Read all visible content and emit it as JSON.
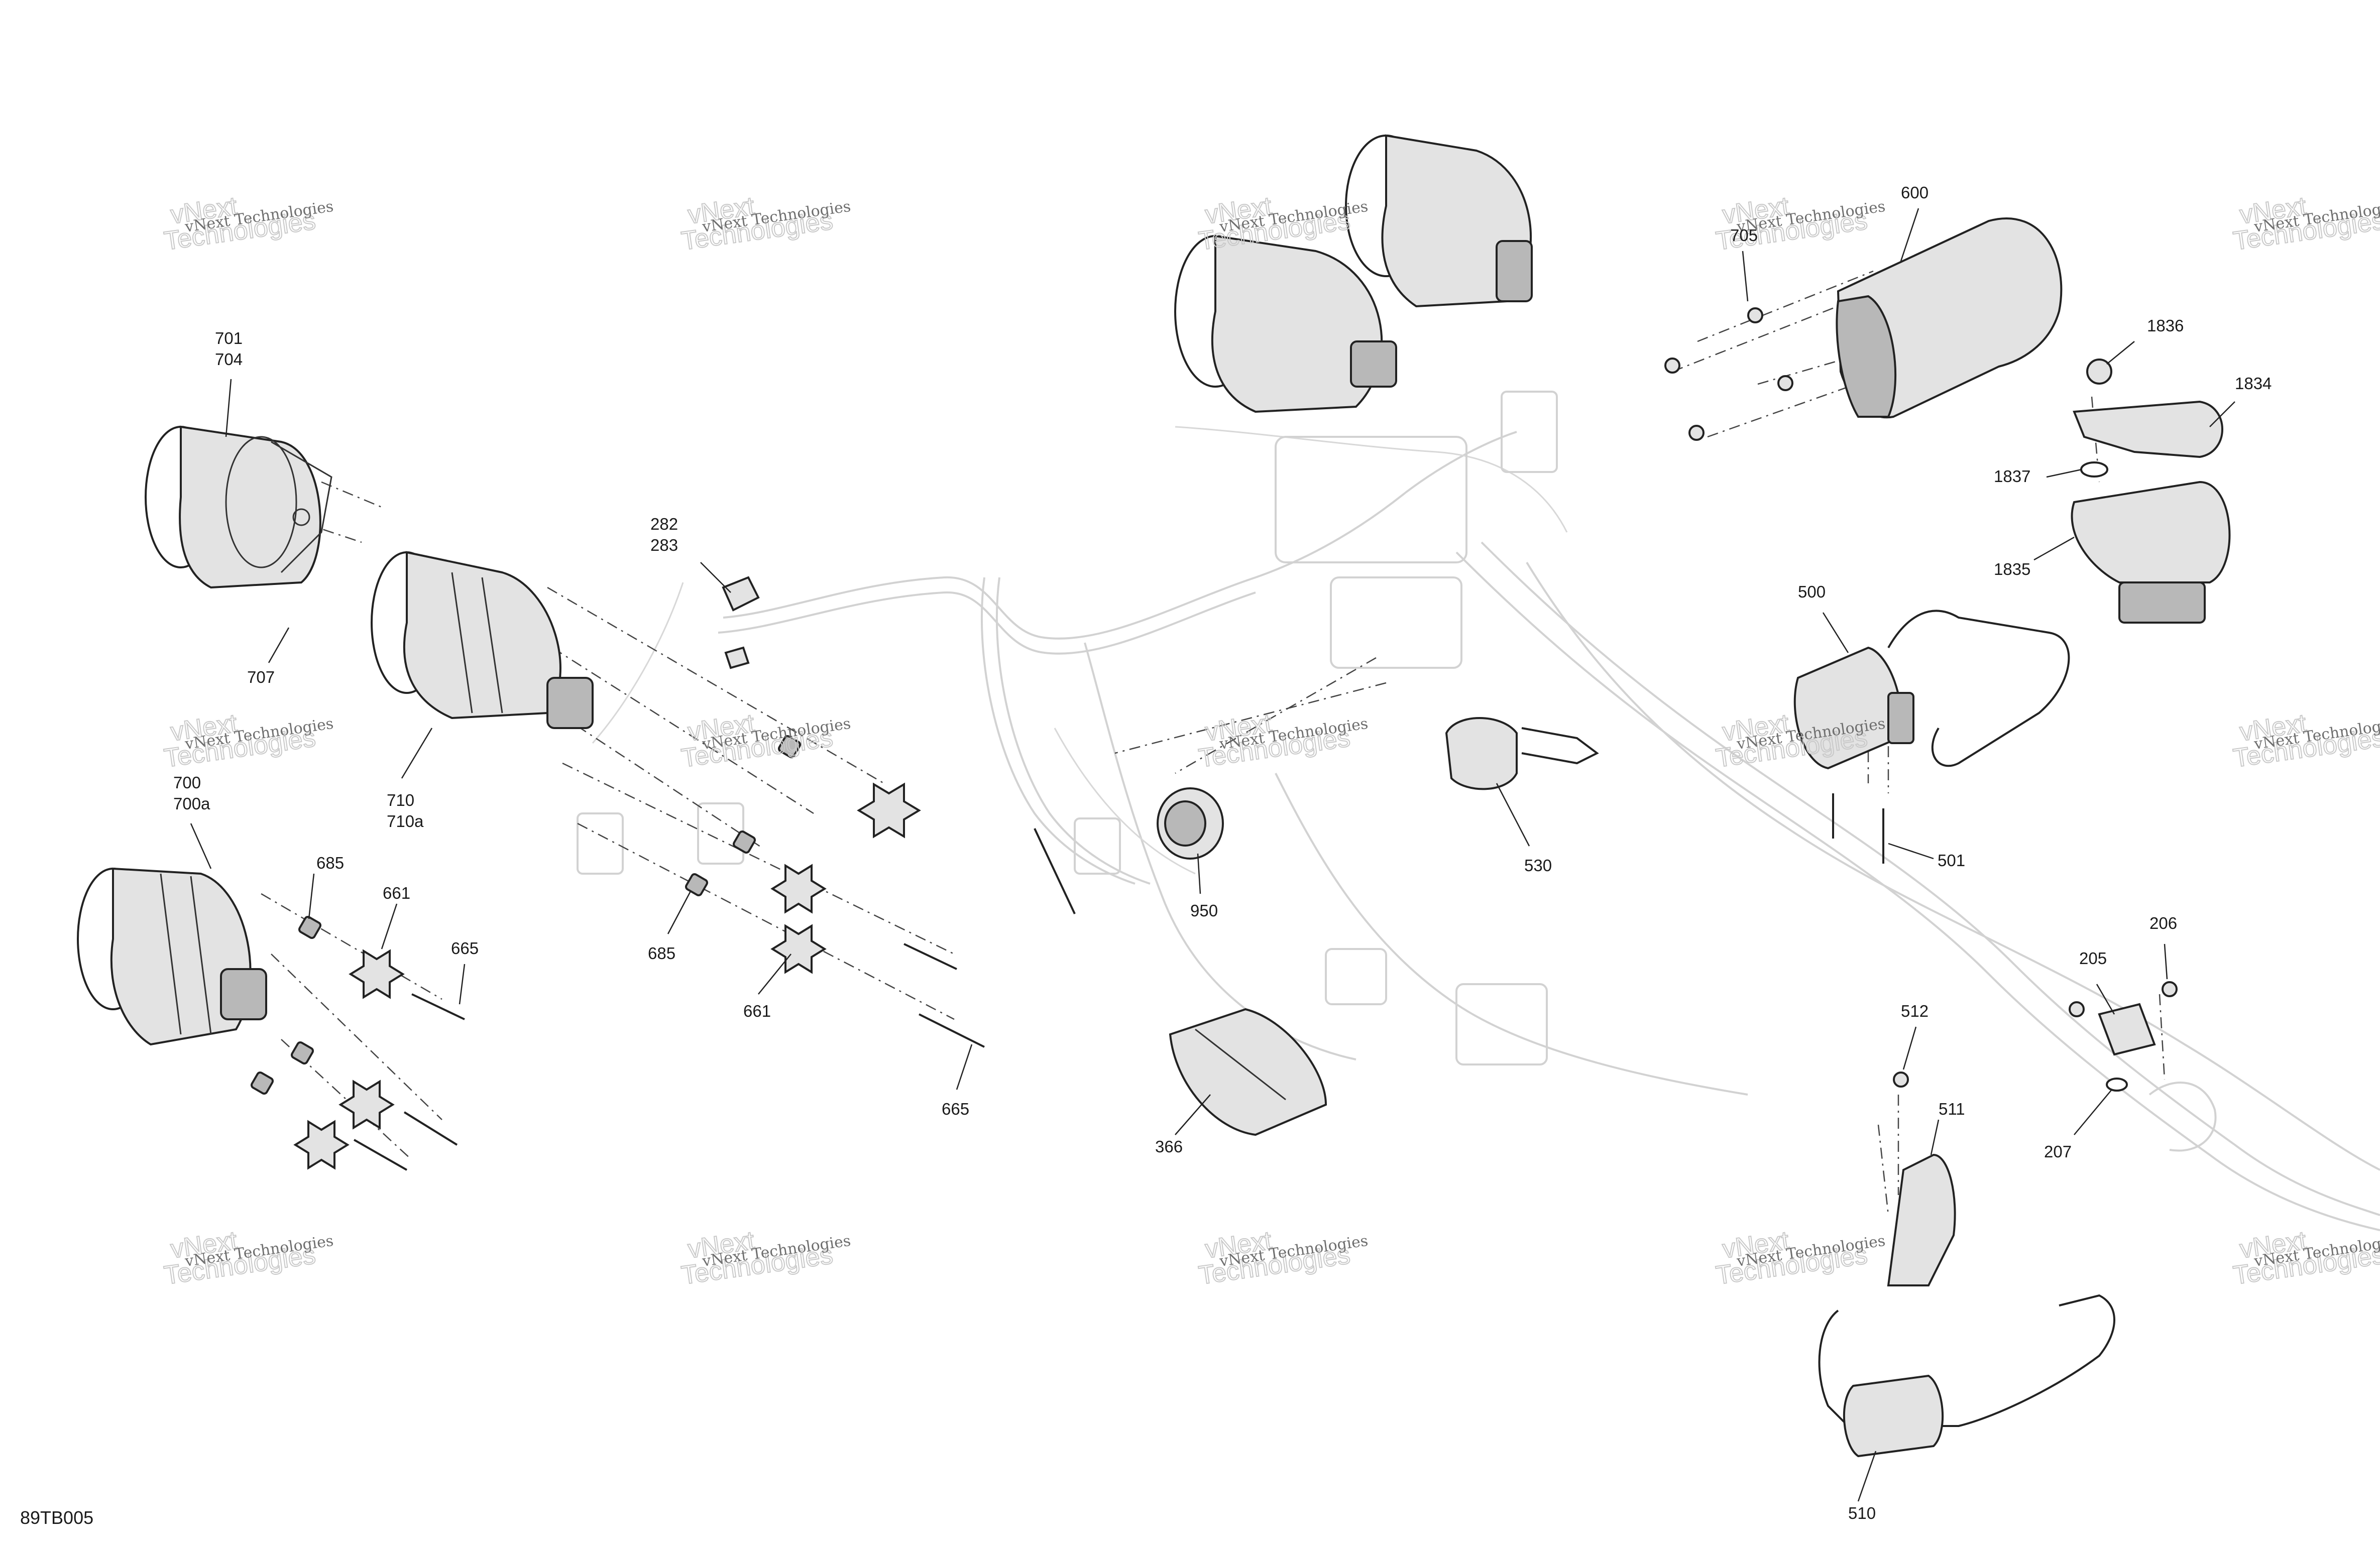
{
  "diagram_code": "89TB005",
  "watermark": {
    "brand_line": "vNext",
    "company_line": "Technologies",
    "full_line": "vNext Technologies"
  },
  "labels": {
    "l600": "600",
    "l705": "705",
    "l1836": "1836",
    "l1834": "1834",
    "l1837": "1837",
    "l1835": "1835",
    "l701_704": "701\n704",
    "l707": "707",
    "l282_283": "282\n283",
    "l710_710a": "710\n710a",
    "l700_700a": "700\n700a",
    "l685a": "685",
    "l661a": "661",
    "l665a": "665",
    "l685b": "685",
    "l661b": "661",
    "l665b": "665",
    "l950": "950",
    "l530": "530",
    "l500": "500",
    "l501": "501",
    "l206": "206",
    "l205": "205",
    "l207": "207",
    "l512": "512",
    "l511": "511",
    "l510": "510",
    "l366": "366"
  }
}
